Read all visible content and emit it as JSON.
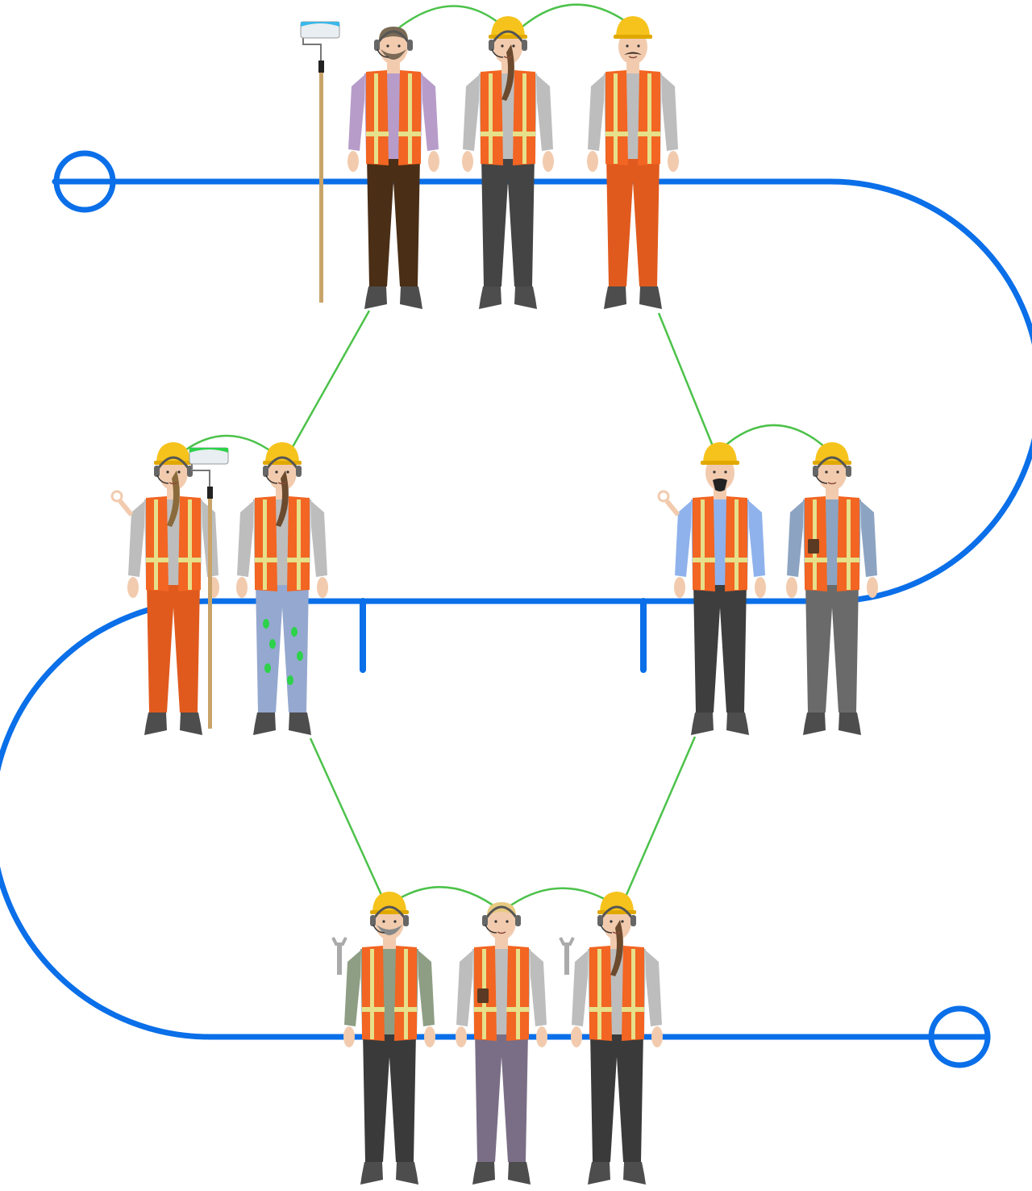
{
  "colors": {
    "path_blue": "#0A6FE8",
    "link_green": "#4CC24A",
    "vest_orange": "#F26522",
    "reflective_stripe": "#E6E08A",
    "hardhat_yellow": "#F6C31C",
    "boot_gray": "#4D4D4D",
    "skin": "#F2CBAE"
  },
  "groups": [
    {
      "id": "top",
      "workers": [
        {
          "role": "painter",
          "shirt": "#B79CC9",
          "pants": "#4A2E16",
          "hat": "hand-hat",
          "hair": "#7A6A55",
          "beard": true,
          "headset": true,
          "tool": "paint-roller",
          "roller_color": "#3BB7E8"
        },
        {
          "role": "woman",
          "shirt": "#BDBDBD",
          "pants": "#444444",
          "hat": "hardhat",
          "hair": "#6B4A2E",
          "ponytail": true,
          "headset": true
        },
        {
          "role": "mustache",
          "shirt": "#BDBDBD",
          "pants": "#E05A1E",
          "hat": "hardhat",
          "hair": "#3A2A1E",
          "mustache": true
        }
      ]
    },
    {
      "id": "left",
      "workers": [
        {
          "role": "ok-gesture",
          "shirt": "#BDBDBD",
          "pants": "#E05A1E",
          "hat": "hardhat",
          "hair": "#8A6A3A",
          "ponytail": true,
          "headset": true,
          "gesture": "ok"
        },
        {
          "role": "painter-woman",
          "shirt": "#BDBDBD",
          "pants": "#95A8CF",
          "hat": "hardhat",
          "hair": "#6B4A2E",
          "ponytail": true,
          "headset": true,
          "tool": "paint-roller",
          "roller_color": "#2DD24A",
          "paint_splats": true
        }
      ]
    },
    {
      "id": "right",
      "workers": [
        {
          "role": "goatee",
          "shirt": "#8FB2EC",
          "pants": "#3E3E3E",
          "hat": "hardhat",
          "hair": "#3A2A1E",
          "goatee": true,
          "gesture": "ok"
        },
        {
          "role": "coffee",
          "shirt": "#8CA4C2",
          "pants": "#6A6A6A",
          "hat": "hardhat",
          "hair": "#3A2A1E",
          "headset": true,
          "tool": "coffee"
        }
      ]
    },
    {
      "id": "bottom",
      "workers": [
        {
          "role": "wrench-man",
          "shirt": "#8E9E84",
          "pants": "#3A3A3A",
          "hat": "hardhat",
          "hair": "#888888",
          "beard": true,
          "headset": true,
          "tool": "wrench"
        },
        {
          "role": "blonde",
          "shirt": "#BDBDBD",
          "pants": "#7A6E86",
          "hat": "hand-hat",
          "hair": "#E8C981",
          "headset": true,
          "tool": "coffee"
        },
        {
          "role": "wrench-woman",
          "shirt": "#BDBDBD",
          "pants": "#3A3A3A",
          "hat": "hardhat",
          "hair": "#6B4A2E",
          "ponytail": true,
          "headset": true,
          "tool": "wrench"
        }
      ]
    }
  ]
}
